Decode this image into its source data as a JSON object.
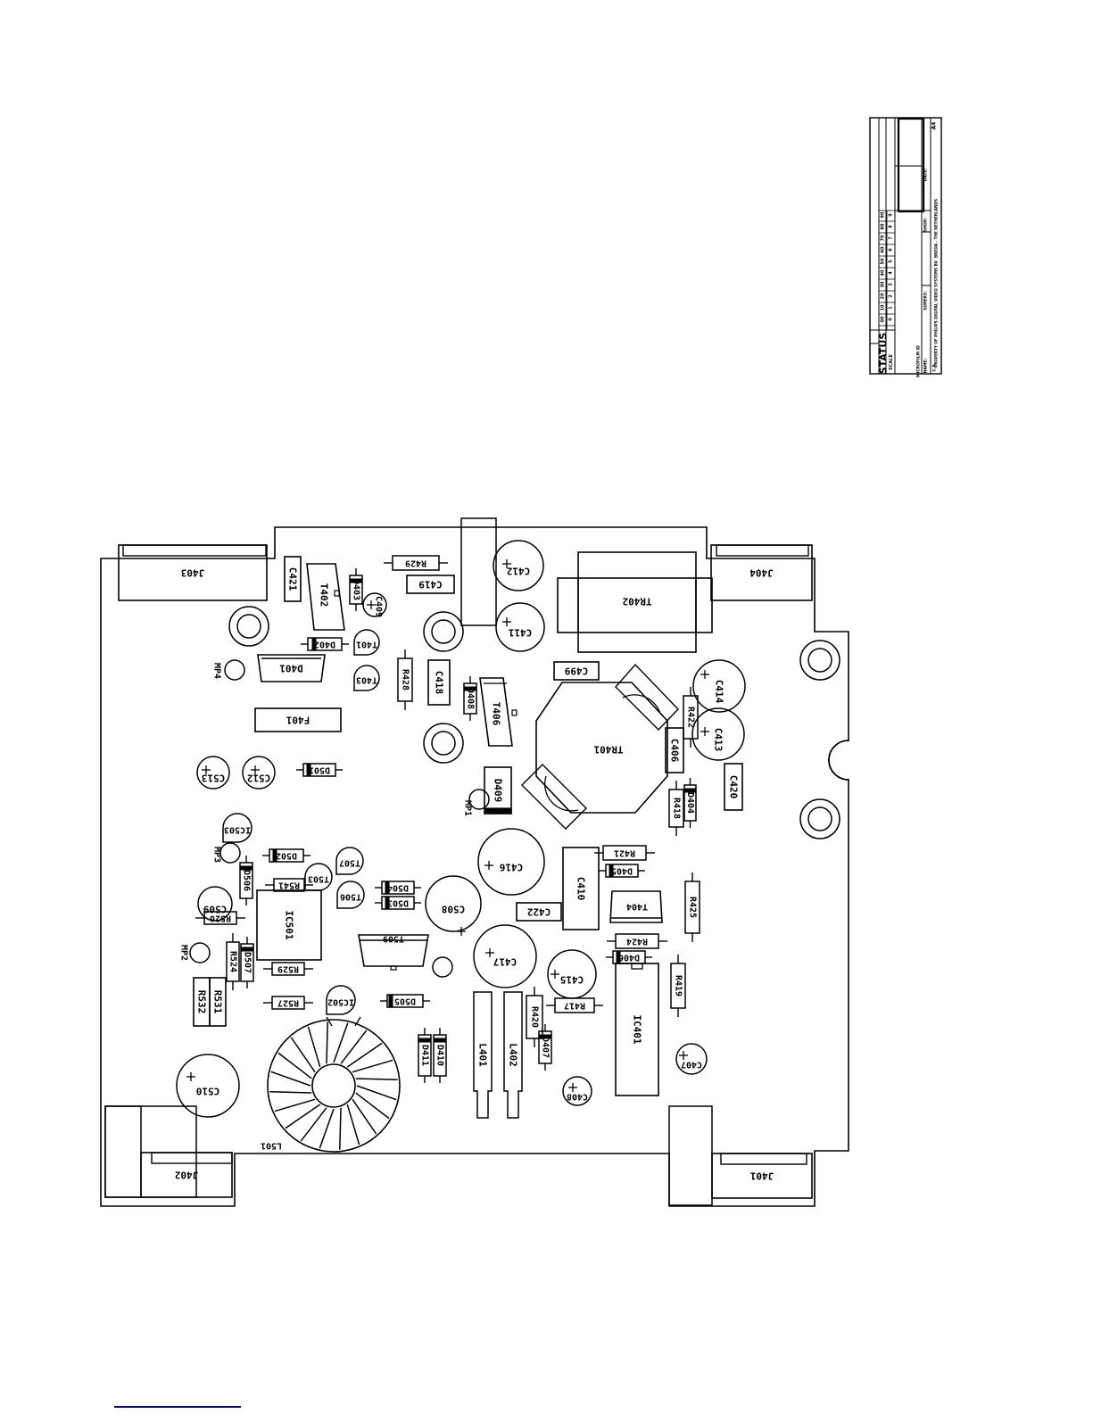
{
  "title_block": {
    "status_label": "STATUS",
    "scale_label": "SCALE",
    "status_codes": [
      "00",
      "10",
      "20",
      "30",
      "40",
      "50",
      "60",
      "70",
      "80",
      "90"
    ],
    "scale_digits": [
      "0",
      "1",
      "2",
      "3",
      "4",
      "5",
      "6",
      "7",
      "8",
      "9"
    ],
    "micro_label": "MICROFILM ID",
    "name_label": "NAME:",
    "supersedes_label": "SUPERS:",
    "shop_label": "SHOP:",
    "date_label": "DATE:",
    "size": "A4",
    "property_text": "PROPERTY OF PHILIPS DIGITAL VIDEO SYSTEMS BV",
    "location_text": "BREDA - THE NETHERLANDS",
    "cp_label": "C.P."
  },
  "board": {
    "connectors": [
      "J403",
      "J404",
      "J402",
      "J401"
    ],
    "transformers": [
      "TR402",
      "TR401"
    ],
    "ics": [
      "IC501",
      "IC401",
      "T509",
      "T404",
      "T402",
      "T406"
    ],
    "electrolytics": [
      "C412",
      "C411",
      "C414",
      "C413",
      "C416",
      "C508",
      "C417",
      "C415",
      "C513",
      "C512",
      "C509",
      "C510",
      "C409",
      "C408",
      "C407"
    ],
    "boxed": [
      "C421",
      "C419",
      "C418",
      "C499",
      "C406",
      "C420",
      "C410",
      "C422",
      "F401",
      "D401",
      "L401",
      "L402",
      "R532",
      "R531",
      "D409"
    ],
    "transistors": [
      "T401",
      "T403",
      "IC503",
      "T507",
      "T503",
      "T506",
      "IC502"
    ],
    "diodes": [
      "D403",
      "D402",
      "D408",
      "D501",
      "D404",
      "D502",
      "D506",
      "D405",
      "D504",
      "D503",
      "D406",
      "D507",
      "D505",
      "D411",
      "D410",
      "D407"
    ],
    "resistors": [
      "R429",
      "R428",
      "R422",
      "R418",
      "R421",
      "R425",
      "R541",
      "R520",
      "R424",
      "R524",
      "R529",
      "R419",
      "R417",
      "R527",
      "R420"
    ],
    "test_points": [
      "MP4",
      "MP1",
      "MP3",
      "MP2"
    ],
    "inductor": "L501"
  }
}
